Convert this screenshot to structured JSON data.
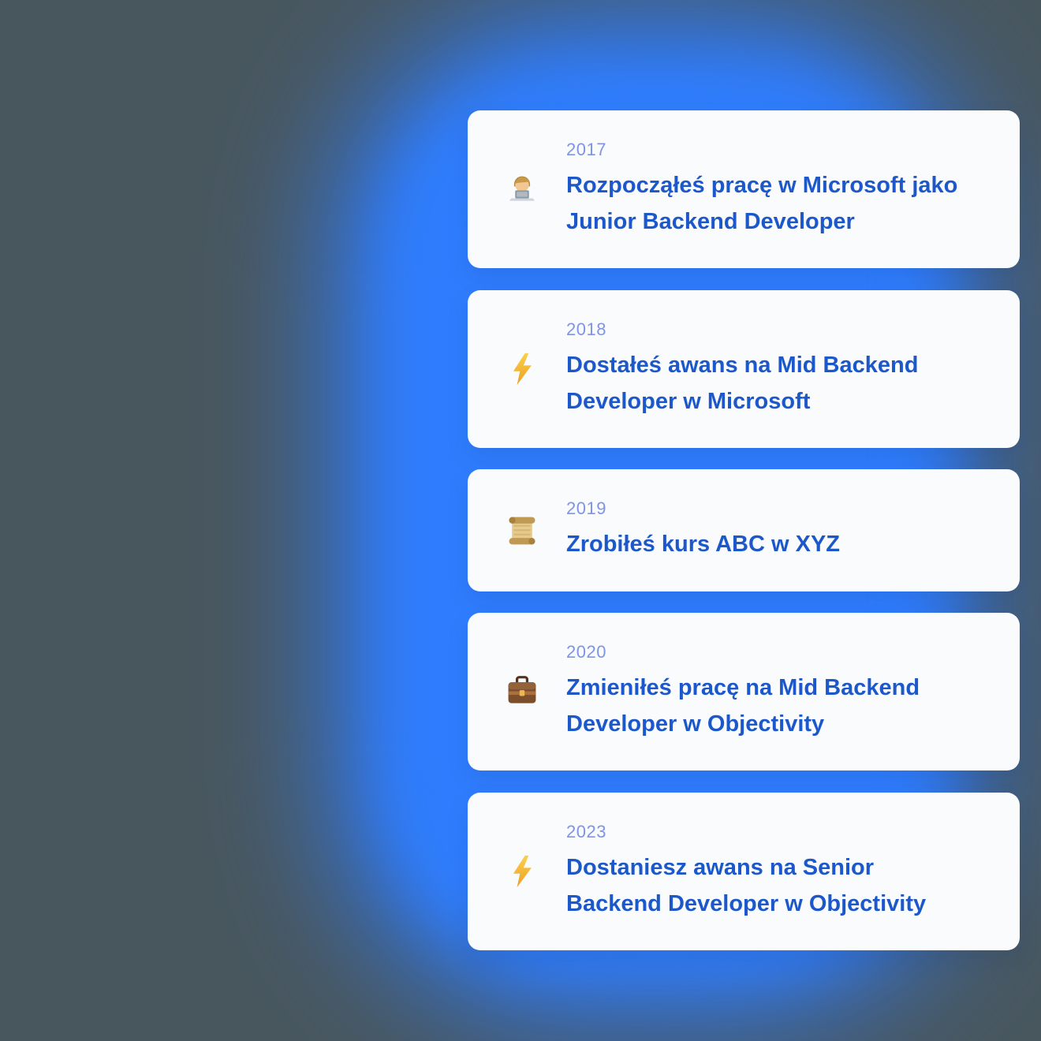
{
  "theme": {
    "page_background": "#48575e",
    "glow_color": "#2f7dfe",
    "card_background": "#f9fbfd",
    "year_color": "#8094e4",
    "title_color": "#1d58cb"
  },
  "timeline": {
    "items": [
      {
        "year": "2017",
        "icon": "technologist-emoji",
        "text": "Rozpocząłeś pracę w Microsoft jako Junior Backend Developer"
      },
      {
        "year": "2018",
        "icon": "lightning-emoji",
        "text": "Dostałeś awans na Mid Backend Developer w Microsoft"
      },
      {
        "year": "2019",
        "icon": "scroll-emoji",
        "text": "Zrobiłeś kurs ABC w XYZ"
      },
      {
        "year": "2020",
        "icon": "briefcase-emoji",
        "text": "Zmieniłeś pracę na Mid Backend Developer w Objectivity"
      },
      {
        "year": "2023",
        "icon": "lightning-emoji",
        "text": "Dostaniesz awans na Senior Backend Developer w Objectivity"
      }
    ]
  }
}
